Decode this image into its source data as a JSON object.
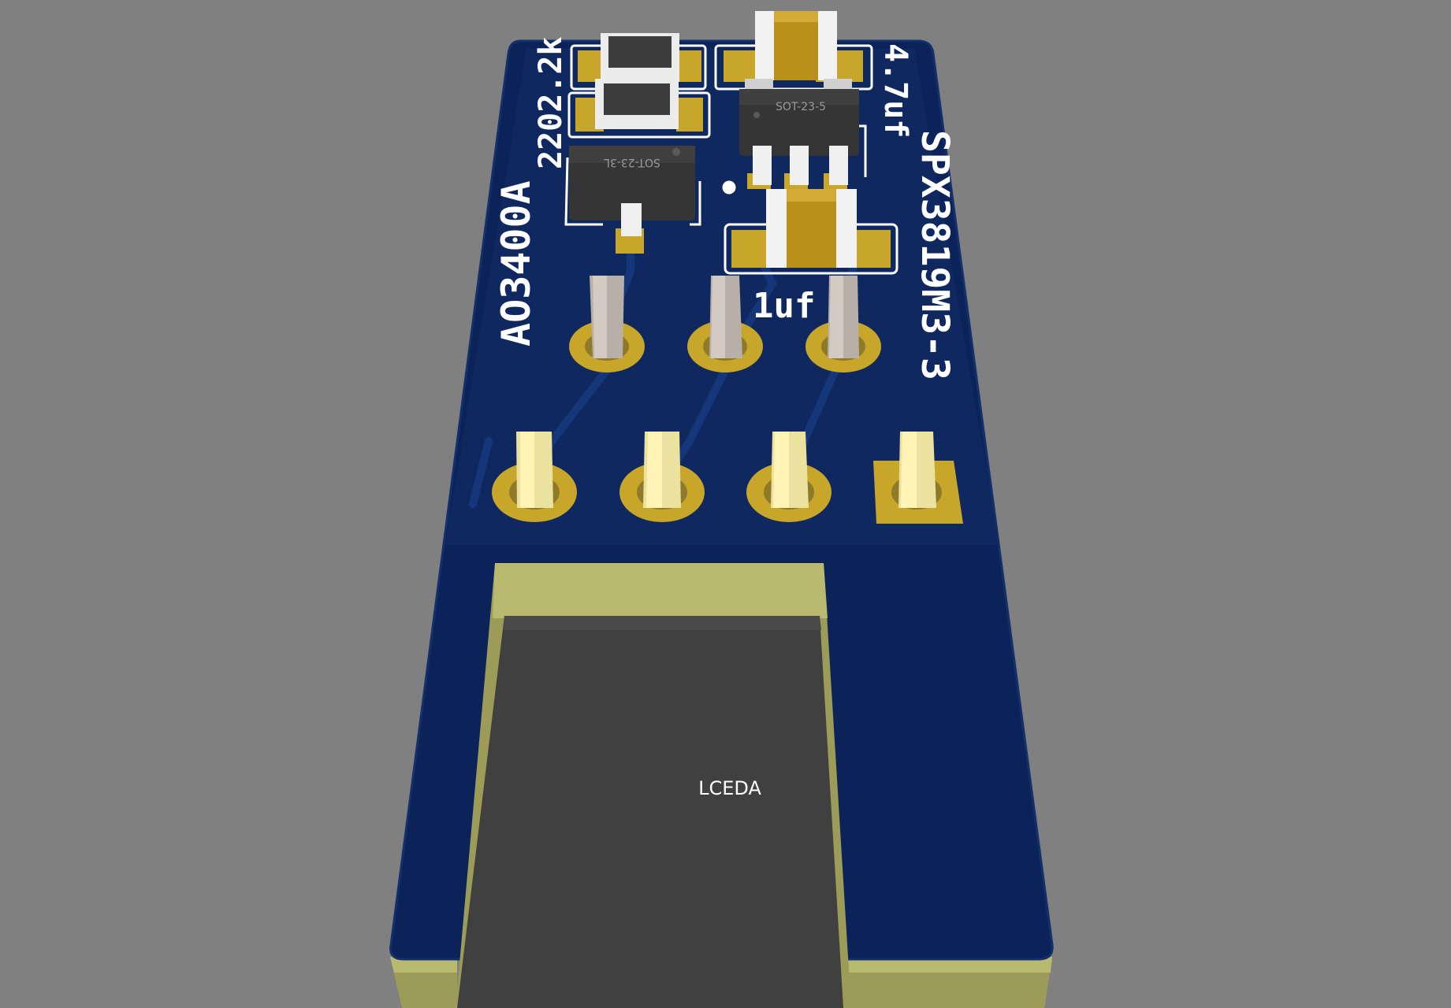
{
  "viewer": {
    "background_color": "#808080"
  },
  "board": {
    "solder_mask_color": "#0b2358",
    "copper_color": "#c8a62a",
    "edge_color": "#b9b970"
  },
  "silkscreen": {
    "mosfet_label": "AO3400A",
    "resistor_label": "2202.2k",
    "regulator_label": "SPX3819M3-3",
    "cap_top_label": "4.7uf",
    "cap_bottom_label": "1uf"
  },
  "components": {
    "mosfet_package": "SOT-23-3L",
    "regulator_package": "SOT-23-5",
    "module_label": "LCEDA"
  },
  "header_pins": {
    "top_row_count": 3,
    "bottom_row_count": 4
  }
}
